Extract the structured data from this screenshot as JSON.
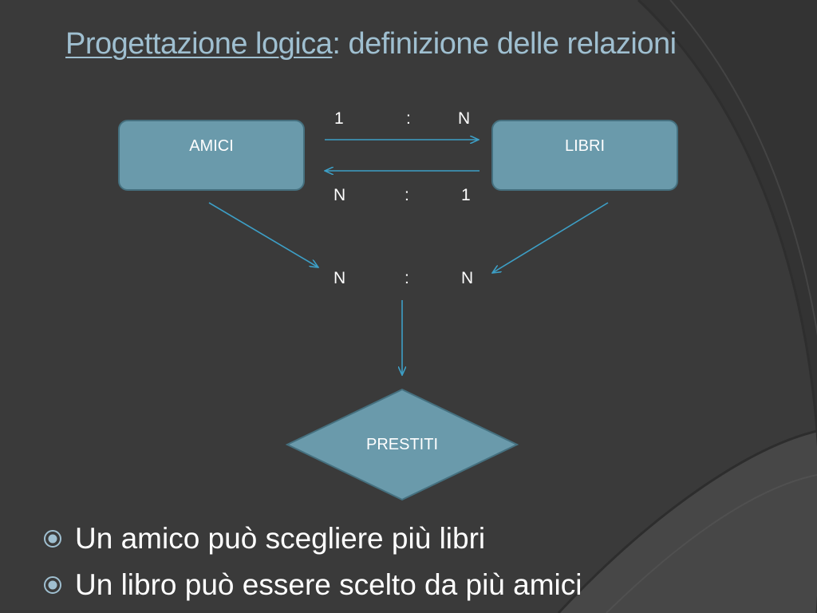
{
  "title": {
    "link_part": "Progettazione logica",
    "rest": ": definizione delle relazioni"
  },
  "entities": {
    "amici": "AMICI",
    "libri": "LIBRI"
  },
  "relationship": {
    "label": "PRESTITI"
  },
  "cardinalities": {
    "top": {
      "left": "1",
      "sep": ":",
      "right": "N"
    },
    "bottom": {
      "left": "N",
      "sep": ":",
      "right": "1"
    },
    "middle": {
      "left": "N",
      "sep": ":",
      "right": "N"
    }
  },
  "bullets": [
    "Un amico può scegliere più libri",
    "Un libro può essere scelto da più amici"
  ],
  "colors": {
    "background": "#3b3b3b",
    "title": "#9fbfd0",
    "shape_fill": "#6a9aab",
    "shape_border": "#45707f",
    "arrow": "#3d9fc6",
    "bullet": "#9fbfd0"
  }
}
